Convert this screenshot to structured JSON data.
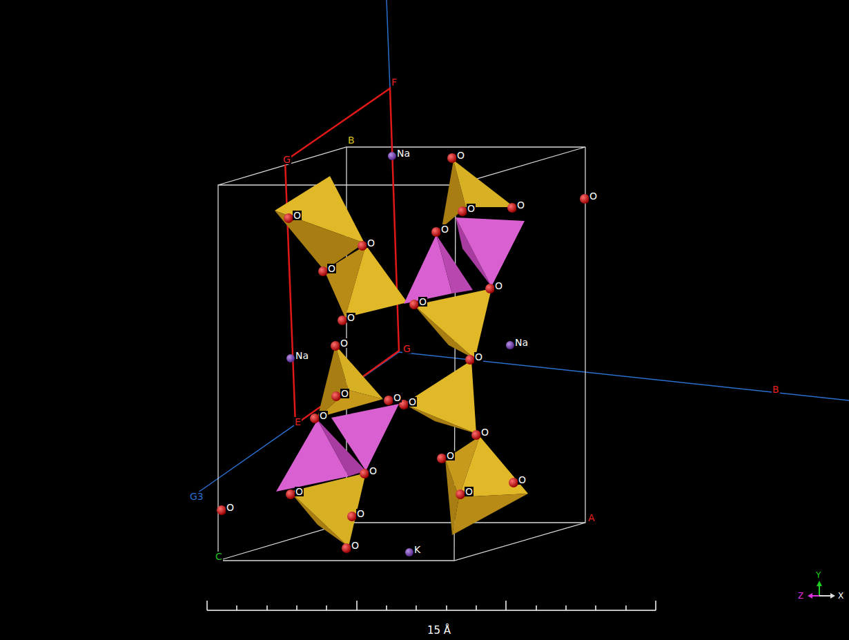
{
  "diagram": {
    "labels": [
      "F",
      "B",
      "G",
      "Na",
      "O",
      "O",
      "O",
      "O",
      "O",
      "O",
      "O",
      "O",
      "O",
      "O",
      "O",
      "G",
      "Na",
      "O",
      "Na",
      "O",
      "B",
      "O",
      "O",
      "O",
      "E",
      "O",
      "O",
      "O",
      "O",
      "O",
      "G3",
      "O",
      "O",
      "O",
      "A",
      "O",
      "O",
      "K",
      "C",
      "15 Å",
      "Y",
      "Z",
      "X"
    ]
  }
}
